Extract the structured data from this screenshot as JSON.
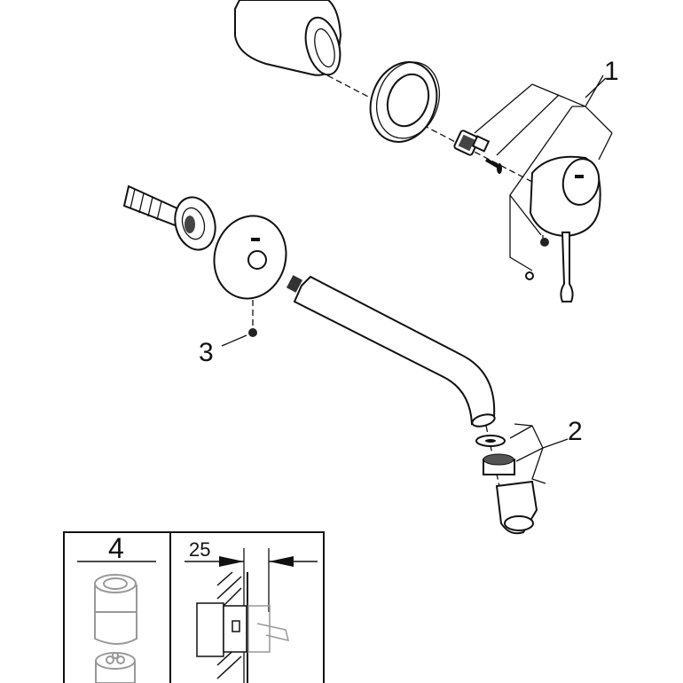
{
  "callouts": {
    "part1": "1",
    "part2": "2",
    "part3": "3",
    "part4": "4"
  },
  "dimension": {
    "wall_distance": "25"
  }
}
